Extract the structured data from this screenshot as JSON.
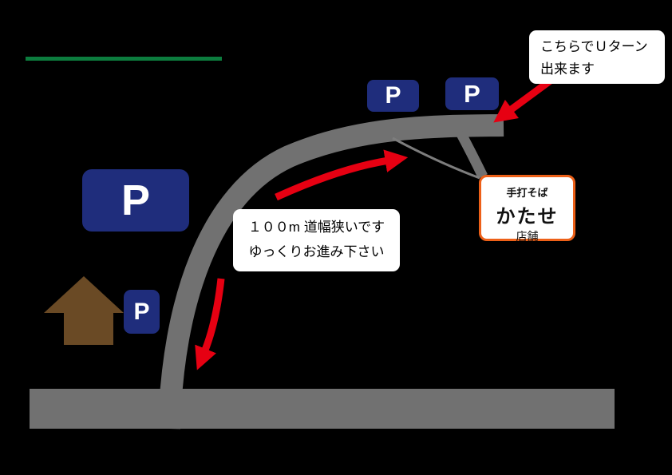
{
  "parking": {
    "label": "P"
  },
  "notes": {
    "uturn": {
      "line1": "こちらでＵターン",
      "line2": "出来ます"
    },
    "caution": {
      "line1": "１００m 道幅狭いです",
      "line2": "ゆっくりお進み下さい"
    }
  },
  "shop": {
    "subtitle": "手打そば",
    "name": "かたせ",
    "label": "店舗"
  },
  "map_elements": {
    "green_line": "route-marker-line",
    "main_road": "curved access road from bottom junction to upper-right dead end",
    "cross_road": "horizontal road at bottom",
    "shop_driveway": "short branch road and thin path leading to shop",
    "house": "brown house landmark beside small parking",
    "arrows": [
      "ascend along curve",
      "descend along curve",
      "u-turn point pointer"
    ]
  },
  "colors": {
    "background": "#000000",
    "road": "#717171",
    "thin_path": "#7d7d7d",
    "parking_blue": "#1f2d7c",
    "arrow_red": "#e60012",
    "green_line": "#0c7c3e",
    "house_brown": "#6a4a25",
    "shop_border_orange": "#ed6018",
    "note_bg": "#ffffff",
    "text": "#000000"
  }
}
